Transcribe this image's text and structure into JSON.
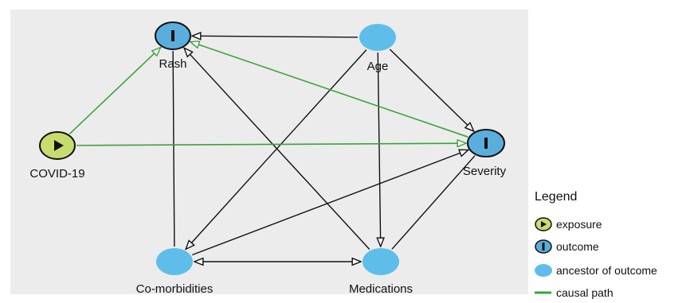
{
  "diagram": {
    "colors": {
      "background_panel": "#ececec",
      "exposure_fill": "#c8dc6e",
      "outcome_fill": "#5aaede",
      "ancestor_fill": "#5ebee9",
      "causal_path": "#3aa33a",
      "edge": "#111111"
    },
    "nodes": [
      {
        "id": "rash",
        "label": "Rash",
        "kind": "outcome"
      },
      {
        "id": "age",
        "label": "Age",
        "kind": "ancestor"
      },
      {
        "id": "covid",
        "label": "COVID-19",
        "kind": "exposure"
      },
      {
        "id": "severity",
        "label": "Severity",
        "kind": "outcome"
      },
      {
        "id": "comorb",
        "label": "Co-morbidities",
        "kind": "ancestor"
      },
      {
        "id": "meds",
        "label": "Medications",
        "kind": "ancestor"
      }
    ],
    "edges": [
      {
        "from": "age",
        "to": "rash",
        "style": "black",
        "directed": true
      },
      {
        "from": "age",
        "to": "severity",
        "style": "black",
        "directed": true
      },
      {
        "from": "age",
        "to": "meds",
        "style": "black",
        "directed": true
      },
      {
        "from": "age",
        "to": "comorb",
        "style": "black",
        "directed": true
      },
      {
        "from": "comorb",
        "to": "rash",
        "style": "black",
        "directed": false
      },
      {
        "from": "meds",
        "to": "rash",
        "style": "black",
        "directed": true
      },
      {
        "from": "comorb",
        "to": "severity",
        "style": "black",
        "directed": true
      },
      {
        "from": "meds",
        "to": "severity",
        "style": "black",
        "directed": false
      },
      {
        "from": "comorb",
        "to": "meds",
        "style": "black",
        "directed": "both"
      },
      {
        "from": "covid",
        "to": "rash",
        "style": "causal",
        "directed": true
      },
      {
        "from": "covid",
        "to": "severity",
        "style": "causal",
        "directed": true
      },
      {
        "from": "severity",
        "to": "rash",
        "style": "causal",
        "directed": true
      }
    ]
  },
  "legend": {
    "title": "Legend",
    "items": [
      {
        "label": "exposure",
        "symbol": "exposure"
      },
      {
        "label": "outcome",
        "symbol": "outcome"
      },
      {
        "label": "ancestor of outcome",
        "symbol": "ancestor"
      },
      {
        "label": "causal path",
        "symbol": "causal-line"
      }
    ]
  }
}
